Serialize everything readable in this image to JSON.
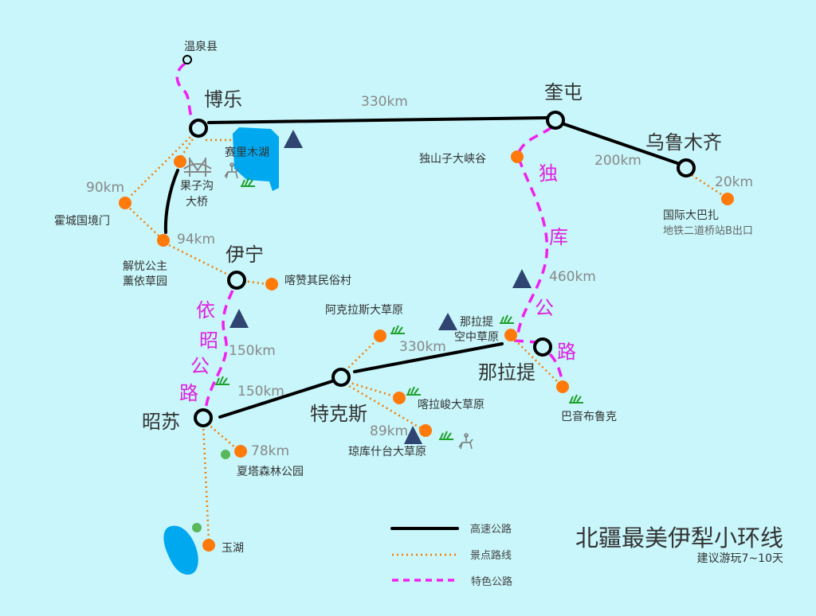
{
  "title": "北疆最美伊犁小环线",
  "subtitle": "建议游玩7~10天",
  "legend": {
    "highway": "高速公路",
    "scenic": "景点路线",
    "special": "特色公路"
  },
  "colors": {
    "background": "#c8f6fa",
    "highway": "#000000",
    "scenic": "#f57c00",
    "special": "#f020f0",
    "lake": "#00a8f0",
    "spot": "#ff7a0a"
  },
  "cities": {
    "wenquan": "温泉县",
    "bole": "博乐",
    "kuitun": "奎屯",
    "urumqi": "乌鲁木齐",
    "yining": "伊宁",
    "zhaosu": "昭苏",
    "tekesi": "特克斯",
    "nalati": "那拉提"
  },
  "spots": {
    "sailimu": "赛里木湖",
    "guozigou": [
      "果子沟",
      "大桥"
    ],
    "huocheng": "霍城国境门",
    "jieyou": [
      "解忧公主",
      "薰依草园"
    ],
    "kazanqi": "喀赞其民俗村",
    "dushanzi": "独山子大峡谷",
    "bazaar": "国际大巴扎",
    "bazaar_note": "地铁二道桥站B出口",
    "akelasi": "阿克拉斯大草原",
    "nalati_sky": [
      "那拉提",
      "空中草原"
    ],
    "bayinbuluke": "巴音布鲁克",
    "kalajun": "喀拉峻大草原",
    "qiongkushitai": "琼库什台大草原",
    "xiata": "夏塔森林公园",
    "yuhu": "玉湖"
  },
  "distances": {
    "bole_kuitun": "330km",
    "kuitun_urumqi": "200km",
    "urumqi_bazaar": "20km",
    "huocheng": "90km",
    "jieyou": "94km",
    "duku": "460km",
    "yizhao": "150km",
    "tekesi_nalati": "330km",
    "zhaosu_tekesi": "150km",
    "qiongkushitai": "89km",
    "xiata": "78km"
  },
  "roads": {
    "duku": [
      "独",
      "库",
      "公",
      "路"
    ],
    "yizhao": [
      "依",
      "昭",
      "公",
      "路"
    ]
  }
}
